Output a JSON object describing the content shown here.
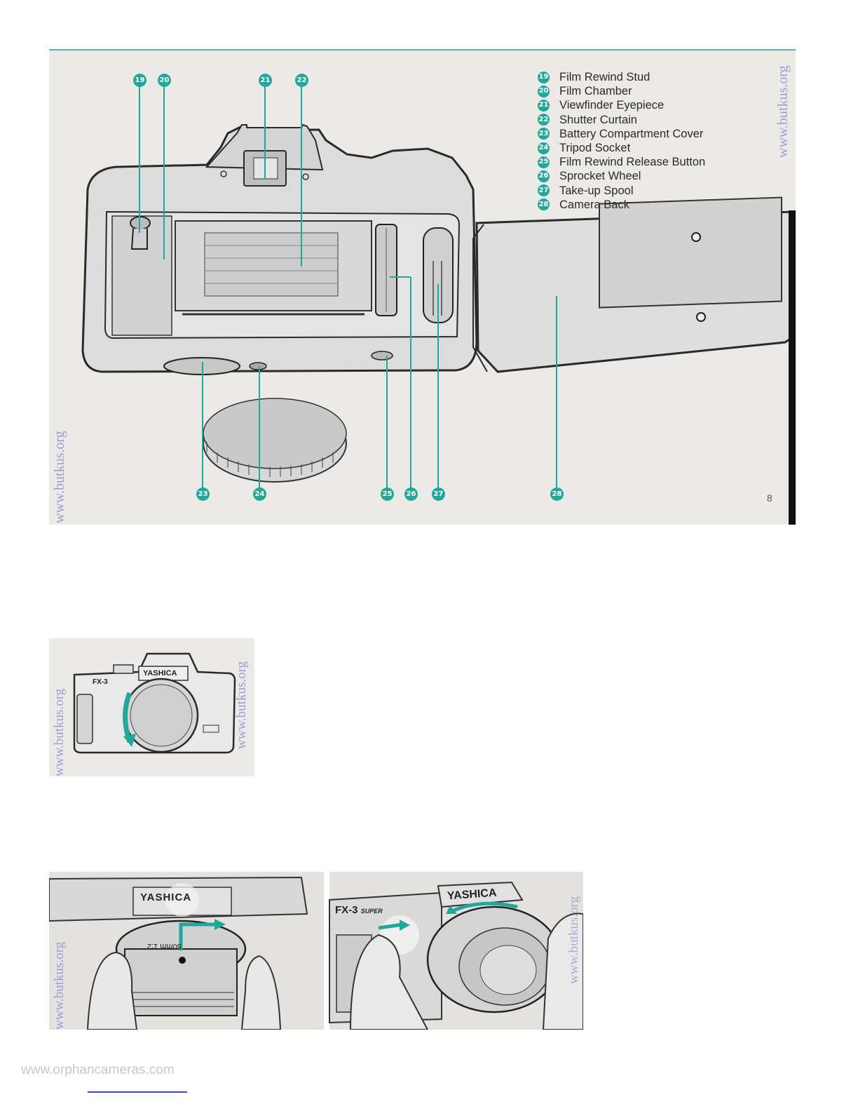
{
  "diagram": {
    "legend": [
      {
        "num": "19",
        "label": "Film Rewind Stud"
      },
      {
        "num": "20",
        "label": "Film Chamber"
      },
      {
        "num": "21",
        "label": "Viewfinder Eyepiece"
      },
      {
        "num": "22",
        "label": "Shutter Curtain"
      },
      {
        "num": "23",
        "label": "Battery Compartment Cover"
      },
      {
        "num": "24",
        "label": "Tripod Socket"
      },
      {
        "num": "25",
        "label": "Film Rewind Release Button"
      },
      {
        "num": "26",
        "label": "Sprocket Wheel"
      },
      {
        "num": "27",
        "label": "Take-up Spool"
      },
      {
        "num": "28",
        "label": "Camera Back"
      }
    ],
    "top_callouts": [
      "19",
      "20",
      "21",
      "22"
    ],
    "bottom_callouts": [
      "23",
      "24",
      "25",
      "26",
      "27",
      "28"
    ],
    "page_number": "8",
    "accent_color": "#22a89a"
  },
  "watermark": "www.butkus.org",
  "thumb": {
    "brand": "YASHICA",
    "model": "FX-3"
  },
  "lens_photos": {
    "left_brand": "YASHICA",
    "left_lens_label": "50mm 1:2",
    "right_brand": "YASHICA",
    "right_model": "FX-3",
    "right_model_suffix": "SUPER"
  },
  "footer": "www.orphancameras.com"
}
